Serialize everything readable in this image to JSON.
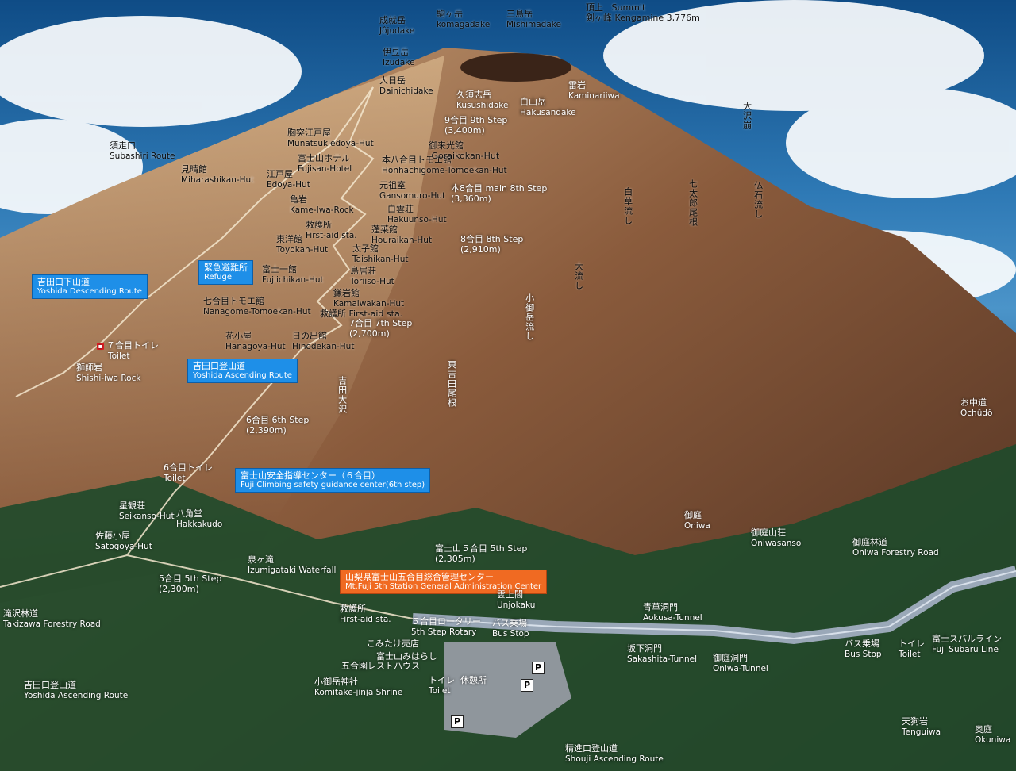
{
  "summit": {
    "jp": "頂上",
    "en": "Summit",
    "peak_jp": "剣ヶ峰",
    "peak_en": "Kengamine",
    "elev": "3,776m"
  },
  "peaks": [
    {
      "id": "jojudake",
      "jp": "成就岳",
      "en": "Jôjudake"
    },
    {
      "id": "komagadake",
      "jp": "駒ヶ岳",
      "en": "komagadake"
    },
    {
      "id": "mishimadake",
      "jp": "三島岳",
      "en": "Mishimadake"
    },
    {
      "id": "izudake",
      "jp": "伊豆岳",
      "en": "Izudake"
    },
    {
      "id": "dainichidake",
      "jp": "大日岳",
      "en": "Dainichidake"
    },
    {
      "id": "kusushidake",
      "jp": "久須志岳",
      "en": "Kusushidake"
    },
    {
      "id": "hakusandake",
      "jp": "白山岳",
      "en": "Hakusandake"
    },
    {
      "id": "kaminariiwa",
      "jp": "雷岩",
      "en": "Kaminariiwa"
    }
  ],
  "huts": [
    {
      "id": "miharashikan",
      "jp": "見晴館",
      "en": "Miharashikan-Hut"
    },
    {
      "id": "munatsukiedoya",
      "jp": "胸突江戸屋",
      "en": "Munatsukiedoya-Hut"
    },
    {
      "id": "fujisan-hotel",
      "jp": "富士山ホテル",
      "en": "Fujisan-Hotel"
    },
    {
      "id": "edoya",
      "jp": "江戸屋",
      "en": "Edoya-Hut"
    },
    {
      "id": "honhachigome",
      "jp": "本八合目トモエ館",
      "en": "Honhachigome-Tomoekan-Hut"
    },
    {
      "id": "goraikokan",
      "jp": "御来光館",
      "en": "Goraikokan-Hut"
    },
    {
      "id": "gansomuro",
      "jp": "元祖室",
      "en": "Gansomuro-Hut"
    },
    {
      "id": "kameiwa",
      "jp": "亀岩",
      "en": "Kame-Iwa-Rock"
    },
    {
      "id": "hakuunso",
      "jp": "白雲荘",
      "en": "Hakuunso-Hut"
    },
    {
      "id": "firstaid-1",
      "jp": "救護所",
      "en": "First-aid sta."
    },
    {
      "id": "houraikan",
      "jp": "蓬莱館",
      "en": "Houraikan-Hut"
    },
    {
      "id": "toyokan",
      "jp": "東洋館",
      "en": "Toyokan-Hut"
    },
    {
      "id": "taishikan",
      "jp": "太子館",
      "en": "Taishikan-Hut"
    },
    {
      "id": "fujiichikan",
      "jp": "富士一館",
      "en": "Fujiichikan-Hut"
    },
    {
      "id": "toriiso",
      "jp": "鳥居荘",
      "en": "Toriiso-Hut"
    },
    {
      "id": "kamaiwakan",
      "jp": "鎌岩館",
      "en": "Kamaiwakan-Hut"
    },
    {
      "id": "nanagome",
      "jp": "七合目トモエ館",
      "en": "Nanagome-Tomoekan-Hut"
    },
    {
      "id": "firstaid-2",
      "jp": "救護所",
      "en": "First-aid sta."
    },
    {
      "id": "hanagoya",
      "jp": "花小屋",
      "en": "Hanagoya-Hut"
    },
    {
      "id": "hinodekan",
      "jp": "日の出館",
      "en": "Hinodekan-Hut"
    },
    {
      "id": "seikanso",
      "jp": "星観荘",
      "en": "Seikanso-Hut"
    },
    {
      "id": "satogoya",
      "jp": "佐藤小屋",
      "en": "Satogoya-Hut"
    },
    {
      "id": "hakkakudo",
      "jp": "八角堂",
      "en": "Hakkakudo"
    },
    {
      "id": "izumigataki",
      "jp": "泉ヶ滝",
      "en": "Izumigataki Waterfall"
    }
  ],
  "steps": [
    {
      "id": "step9",
      "jp": "9合目",
      "en": "9th Step",
      "elev": "(3,400m)"
    },
    {
      "id": "step8main",
      "jp": "本8合目",
      "en": "main 8th Step",
      "elev": "(3,360m)"
    },
    {
      "id": "step8",
      "jp": "8合目",
      "en": "8th Step",
      "elev": "(2,910m)"
    },
    {
      "id": "step7",
      "jp": "7合目",
      "en": "7th Step",
      "elev": "(2,700m)"
    },
    {
      "id": "step6",
      "jp": "6合目",
      "en": "6th Step",
      "elev": "(2,390m)"
    },
    {
      "id": "step5",
      "jp": "5合目",
      "en": "5th Step",
      "elev": "(2,300m)"
    },
    {
      "id": "fuji-step5",
      "jp": "富士山５合目",
      "en": "5th Step",
      "elev": "(2,305m)"
    }
  ],
  "signs": {
    "descending": {
      "jp": "吉田口下山道",
      "en": "Yoshida Descending Route"
    },
    "ascending": {
      "jp": "吉田口登山道",
      "en": "Yoshida Ascending Route"
    },
    "refuge": {
      "jp": "緊急避難所",
      "en": "Refuge"
    },
    "guidance": {
      "jp": "富士山安全指導センター（６合目）",
      "en": "Fuji Climbing safety guidance center(6th step)"
    },
    "admin": {
      "jp": "山梨県富士山五合目総合管理センター",
      "en": "Mt.Fuji 5th Station General Administration Center"
    }
  },
  "routes": {
    "subashiri": {
      "jp": "須走口",
      "en": "Subashiri Route"
    },
    "yoshida-ascending-lower": {
      "jp": "吉田口登山道",
      "en": "Yoshida Ascending Route"
    },
    "shouji": {
      "jp": "精進口登山道",
      "en": "Shouji Ascending Route"
    },
    "takizawa": {
      "jp": "滝沢林道",
      "en": "Takizawa Forestry Road"
    },
    "oniwa-forestry": {
      "jp": "御庭林道",
      "en": "Oniwa Forestry Road"
    },
    "fuji-subaru": {
      "jp": "富士スバルライン",
      "en": "Fuji Subaru Line"
    }
  },
  "facilities": {
    "toilet7": {
      "jp": "７合目トイレ",
      "en": "Toilet"
    },
    "toilet6": {
      "jp": "6合目トイレ",
      "en": "Toilet"
    },
    "shishiiwa": {
      "jp": "獅師岩",
      "en": "Shishi-iwa Rock"
    },
    "firstaid5": {
      "jp": "救護所",
      "en": "First-aid sta."
    },
    "unjokaku": {
      "jp": "雲上閣",
      "en": "Unjokaku"
    },
    "rotary": {
      "jp": "５合目ロータリー",
      "en": "5th Step Rotary"
    },
    "busstop": {
      "jp": "バス乗場",
      "en": "Bus Stop"
    },
    "komitake-shop": {
      "jp": "こみたけ売店",
      "en": ""
    },
    "fujisan-mihara": {
      "jp": "富士山みはらし",
      "en": ""
    },
    "gogoen": {
      "jp": "五合園レストハウス",
      "en": ""
    },
    "komitake-shrine": {
      "jp": "小御岳神社",
      "en": "Komitake-jinja Shrine"
    },
    "toilet5": {
      "jp": "トイレ",
      "en": "Toilet"
    },
    "kyukeijo": {
      "jp": "休憩所",
      "en": ""
    },
    "sakashita": {
      "jp": "坂下洞門",
      "en": "Sakashita-Tunnel"
    },
    "aokusa": {
      "jp": "青草洞門",
      "en": "Aokusa-Tunnel"
    },
    "oniwa-tunnel": {
      "jp": "御庭洞門",
      "en": "Oniwa-Tunnel"
    },
    "busstop2": {
      "jp": "バス乗場",
      "en": "Bus Stop"
    },
    "toilet-east": {
      "jp": "トイレ",
      "en": "Toilet"
    },
    "oniwa": {
      "jp": "御庭",
      "en": "Oniwa"
    },
    "oniwasanso": {
      "jp": "御庭山荘",
      "en": "Oniwasanso"
    },
    "ochudo": {
      "jp": "お中道",
      "en": "Ochûdô"
    },
    "tenguiwa": {
      "jp": "天狗岩",
      "en": "Tenguiwa"
    },
    "okuniwa": {
      "jp": "奥庭",
      "en": "Okuniwa"
    }
  },
  "vertical_labels": {
    "osawakuzure": "大沢崩",
    "hotokeishi": "仏石流し",
    "shichitaro": "七太郎尾根",
    "hakuso": "白草流し",
    "oonagashi": "大流し",
    "komitakenagashi": "小御岳流し",
    "higashiyoshida": "東吉田尾根",
    "yoshidaosawa": "吉田大沢"
  }
}
